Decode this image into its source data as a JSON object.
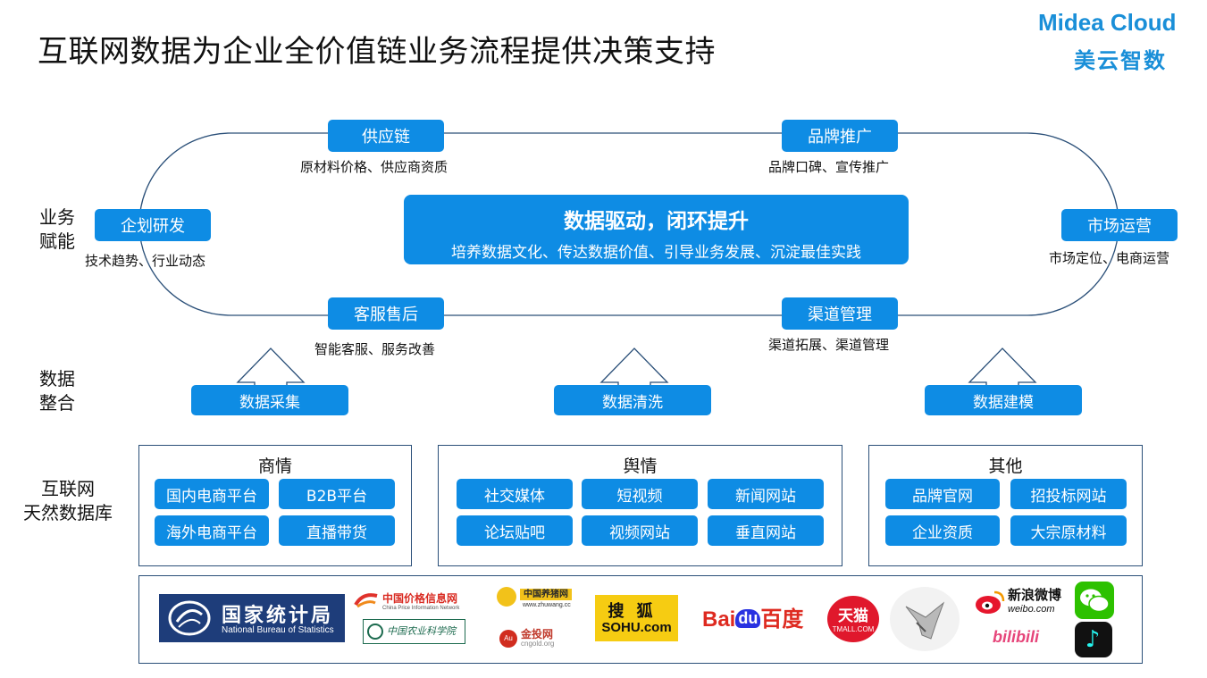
{
  "title": "互联网数据为企业全价值链业务流程提供决策支持",
  "logo": {
    "en": "Midea Cloud",
    "cn": "美云智数"
  },
  "side_labels": {
    "business": [
      "业务",
      "赋能"
    ],
    "integration": [
      "数据",
      "整合"
    ],
    "database": [
      "互联网",
      "天然数据库"
    ]
  },
  "loop_nodes": {
    "supply": {
      "label": "供应链",
      "desc": "原材料价格、供应商资质"
    },
    "brand": {
      "label": "品牌推广",
      "desc": "品牌口碑、宣传推广"
    },
    "rnd": {
      "label": "企划研发",
      "desc": "技术趋势、行业动态"
    },
    "market": {
      "label": "市场运营",
      "desc": "市场定位、电商运营"
    },
    "service": {
      "label": "客服售后",
      "desc": "智能客服、服务改善"
    },
    "channel": {
      "label": "渠道管理",
      "desc": "渠道拓展、渠道管理"
    }
  },
  "center": {
    "title": "数据驱动，闭环提升",
    "subtitle": "培养数据文化、传达数据价值、引导业务发展、沉淀最佳实践"
  },
  "steps": [
    "数据采集",
    "数据清洗",
    "数据建模"
  ],
  "groups": [
    {
      "title": "商情",
      "items": [
        "国内电商平台",
        "B2B平台",
        "海外电商平台",
        "直播带货"
      ]
    },
    {
      "title": "舆情",
      "items": [
        "社交媒体",
        "短视频",
        "新闻网站",
        "论坛贴吧",
        "视频网站",
        "垂直网站"
      ]
    },
    {
      "title": "其他",
      "items": [
        "品牌官网",
        "招投标网站",
        "企业资质",
        "大宗原材料"
      ]
    }
  ],
  "sources": {
    "stats_cn": "国家统计局",
    "stats_en": "National Bureau of Statistics",
    "price_cn": "中国价格信息网",
    "price_en": "China Price Information Network",
    "academy_cn": "中国农业科学院",
    "zhuwang_cn": "中国养猪网",
    "zhuwang_en": "www.zhuwang.cc",
    "gold_cn": "金投网",
    "gold_en": "cngold.org",
    "sohu_cn": "搜狐",
    "sohu_en": "SOHU.com",
    "baidu_en": "Bai",
    "baidu_du": "du",
    "baidu_cn": "百度",
    "tmall_cn": "天猫",
    "tmall_en": "TMALL.COM",
    "weibo_cn": "新浪微博",
    "weibo_en": "weibo.com",
    "bili": "bilibili"
  },
  "colors": {
    "accent": "#0e8ce4",
    "frame": "#2a4f78",
    "brand": "#1a8fd8"
  }
}
